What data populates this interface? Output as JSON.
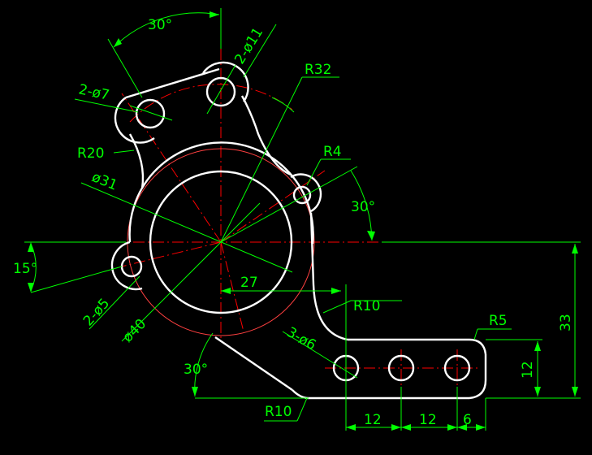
{
  "colors": {
    "background": "#000000",
    "object_line": "#ffffff",
    "dimension": "#00ff00",
    "center_line": "#ff0000"
  },
  "dimensions": {
    "angle_top": "30°",
    "holes_11": "2-ø11",
    "holes_7": "2-ø7",
    "r32": "R32",
    "r20": "R20",
    "r4": "R4",
    "angle_right": "30°",
    "d31": "ø31",
    "angle_left": "15°",
    "holes_5": "2-ø5",
    "d40": "ø40",
    "len_27": "27",
    "r10_upper": "R10",
    "holes_6": "3-ø6",
    "r5": "R5",
    "h12": "12",
    "h33": "33",
    "angle_bottom": "30°",
    "r10_lower": "R10",
    "w12a": "12",
    "w12b": "12",
    "w6": "6"
  }
}
